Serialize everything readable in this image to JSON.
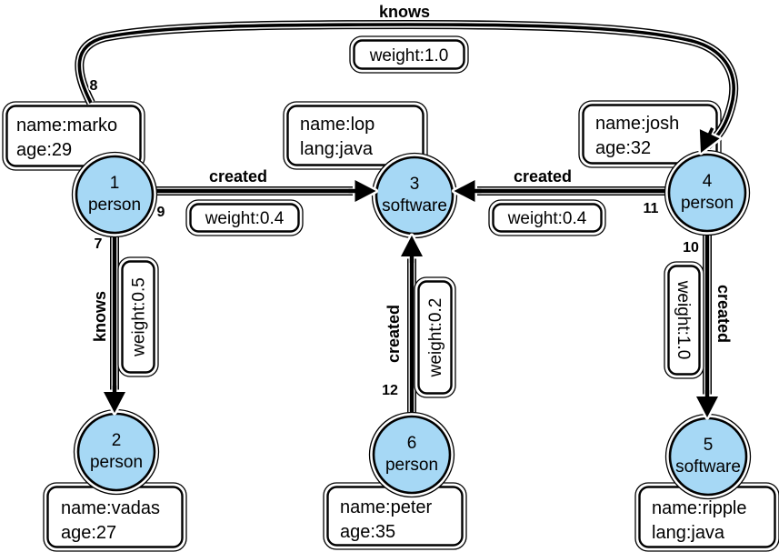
{
  "diagram": {
    "background": "#ffffff",
    "node_fill": "#a6d8f5",
    "node_stroke": "#000000",
    "edge_color": "#000000",
    "box_fill": "#ffffff"
  },
  "nodes": [
    {
      "id": "1",
      "label": "person",
      "props": [
        "name:marko",
        "age:29"
      ]
    },
    {
      "id": "2",
      "label": "person",
      "props": [
        "name:vadas",
        "age:27"
      ]
    },
    {
      "id": "3",
      "label": "software",
      "props": [
        "name:lop",
        "lang:java"
      ]
    },
    {
      "id": "4",
      "label": "person",
      "props": [
        "name:josh",
        "age:32"
      ]
    },
    {
      "id": "5",
      "label": "software",
      "props": [
        "name:ripple",
        "lang:java"
      ]
    },
    {
      "id": "6",
      "label": "person",
      "props": [
        "name:peter",
        "age:35"
      ]
    }
  ],
  "edges": [
    {
      "id": "8",
      "label": "knows",
      "weight": "weight:1.0",
      "from": "1",
      "to": "4"
    },
    {
      "id": "9",
      "label": "created",
      "weight": "weight:0.4",
      "from": "1",
      "to": "3"
    },
    {
      "id": "7",
      "label": "knows",
      "weight": "weight:0.5",
      "from": "1",
      "to": "2"
    },
    {
      "id": "11",
      "label": "created",
      "weight": "weight:0.4",
      "from": "4",
      "to": "3"
    },
    {
      "id": "10",
      "label": "created",
      "weight": "weight:1.0",
      "from": "4",
      "to": "5"
    },
    {
      "id": "12",
      "label": "created",
      "weight": "weight:0.2",
      "from": "6",
      "to": "3"
    }
  ]
}
